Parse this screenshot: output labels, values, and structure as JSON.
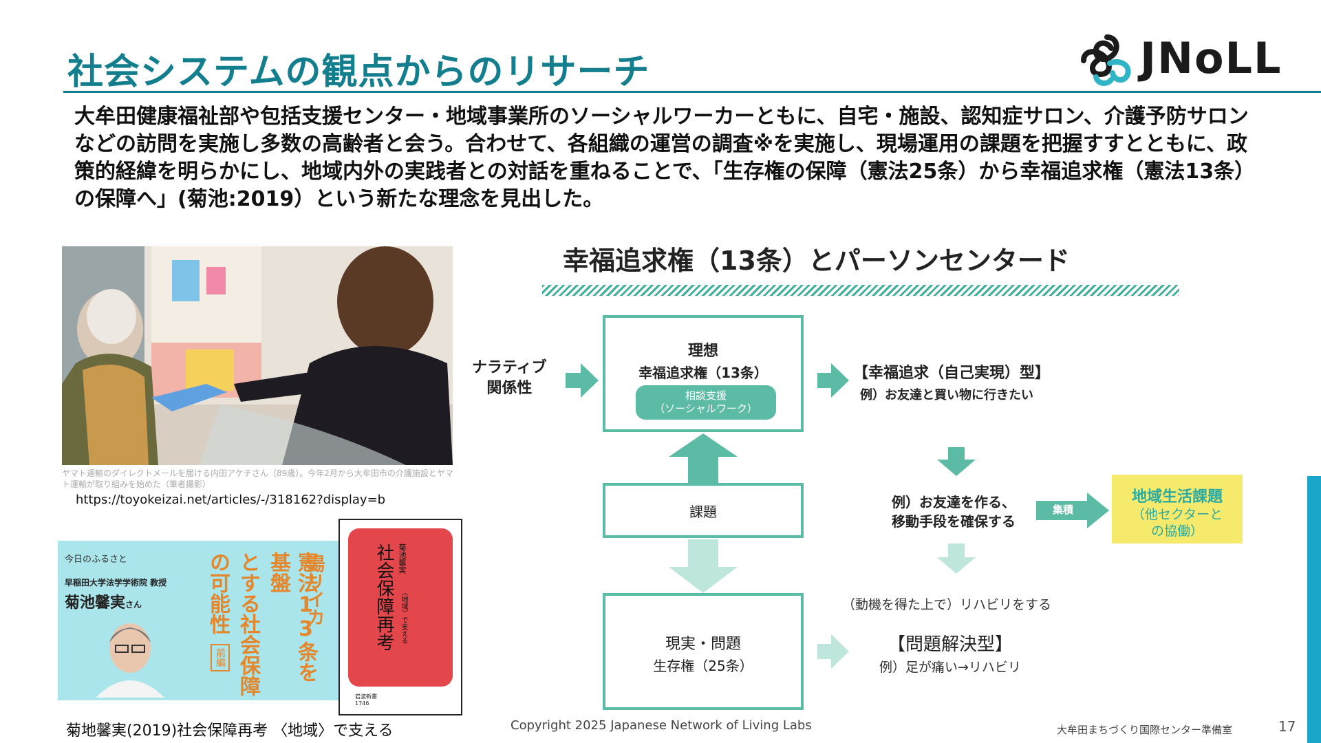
{
  "title": "社会システムの観点からのリサーチ",
  "logo": {
    "text": "JNoLL",
    "icon": "jnoll-knot-logo-icon",
    "colors": [
      "#1b1b1b",
      "#2fb5c6"
    ]
  },
  "intro": "大牟田健康福祉部や包括支援センター・地域事業所のソーシャルワーカーともに、自宅・施設、認知症サロン、介護予防サロンなどの訪問を実施し多数の高齢者と会う。合わせて、各組織の運営の調査※を実施し、現場運用の課題を把握すすとともに、政策的経緯を明らかにし、地域内外の実践者との対話を重ねることで、「生存権の保障（憲法25条）から幸福追求権（憲法13条）の保障へ」(菊池:2019）という新たな理念を見出した。",
  "photo": {
    "caption": "ヤマト運輸のダイレクトメールを届ける内田アケチさん（89歳）。今年2月から大牟田市の介護施設とヤマト運輸が取り組みを始めた（筆者撮影）",
    "url": "https://toyokeizai.net/articles/-/318162?display=b"
  },
  "article": {
    "header": "今日のふるさと",
    "affiliation": "早稲田大学法学学術院 教授",
    "name": "菊池馨実",
    "name_suffix": "さん",
    "series": "湯リイカ",
    "headline_col1": "憲法13条を基盤",
    "headline_col2": "とする社会保障",
    "headline_col3": "の可能性",
    "part": "前編"
  },
  "book": {
    "author": "菊池馨実",
    "title": "社会保障再考",
    "subtitle": "〈地域〉で支える",
    "publisher": "岩波新書",
    "number": "1746"
  },
  "reference": "菊地馨実(2019)社会保障再考 〈地域〉で支える",
  "diagram": {
    "title": "幸福追求権（13条）とパーソンセンタード",
    "narrative": [
      "ナラティブ",
      "関係性"
    ],
    "ideal": {
      "line1": "理想",
      "line2": "幸福追求権（13条）",
      "pill1": "相談支援",
      "pill2": "（ソーシャルワーク）"
    },
    "task": "課題",
    "reality": {
      "line1": "現実・問題",
      "line2": "生存権（25条）"
    },
    "happiness": {
      "title": "【幸福追求（自己実現）型】",
      "example": "例）お友達と買い物に行きたい"
    },
    "means": [
      "例）お友達を作る、",
      "移動手段を確保する"
    ],
    "accumulate": "集積",
    "goal": {
      "line1": "地域生活課題",
      "line2": "（他セクターと",
      "line3": "の協働）"
    },
    "rehab_note": "（動機を得た上で）リハビリをする",
    "problem": {
      "title": "【問題解決型】",
      "example": "例）足が痛い→リハビリ"
    },
    "colors": {
      "green": "#5cbba4",
      "light_green": "#bfe6dc",
      "yellow": "#f6ea6c",
      "teal_text": "#2aaaa0"
    }
  },
  "footer": {
    "copyright": "Copyright 2025  Japanese Network of Living Labs",
    "org": "大牟田まちづくり国際センター準備室",
    "page": "17"
  },
  "theme": {
    "title_color": "#137e8e",
    "accent_bar": "#1aa6c8"
  }
}
